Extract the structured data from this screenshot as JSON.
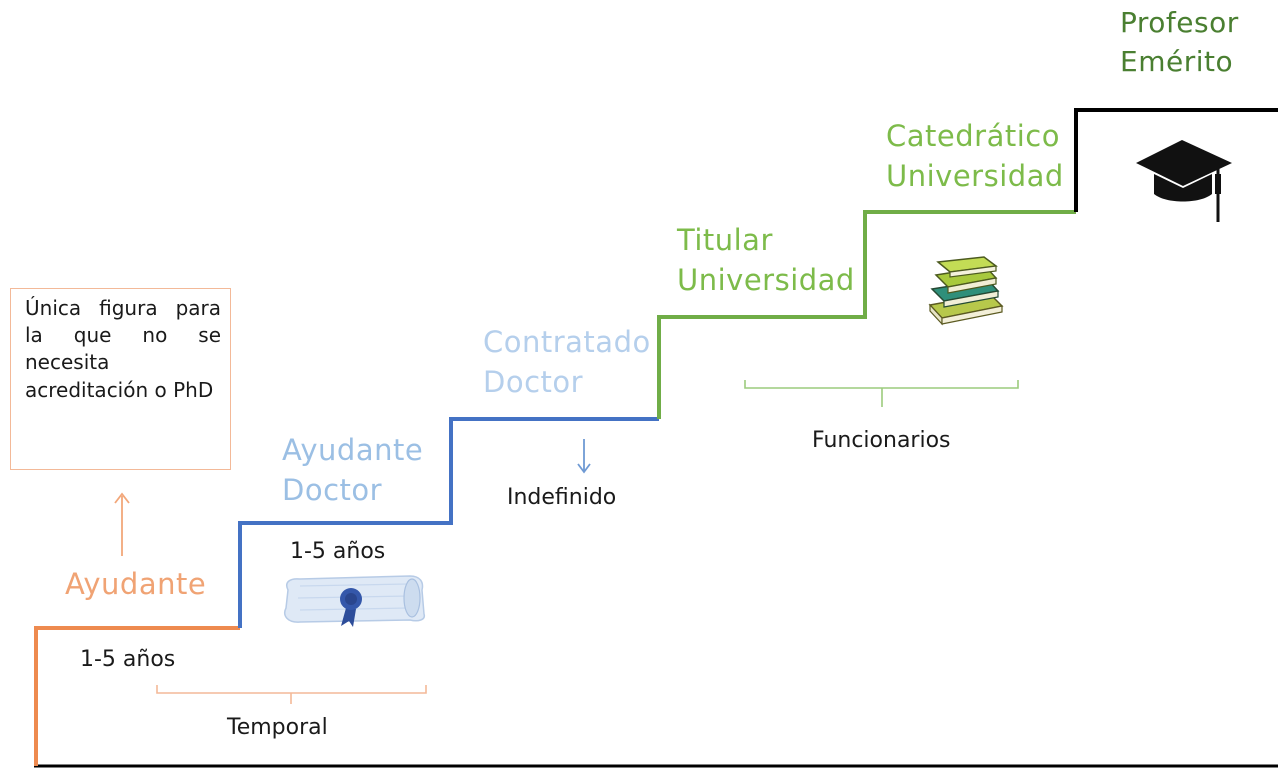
{
  "steps": {
    "ayudante": "Ayudante",
    "ayudante_doctor": [
      "Ayudante",
      "Doctor"
    ],
    "contratado_doctor": [
      "Contratado",
      "Doctor"
    ],
    "titular": [
      "Titular",
      "Universidad"
    ],
    "catedratico": [
      "Catedrático",
      "Universidad"
    ],
    "emerito": [
      "Profesor",
      "Emérito"
    ]
  },
  "durations": {
    "ayudante": "1-5 años",
    "ayudante_doctor": "1-5 años",
    "contratado_doctor": "Indefinido"
  },
  "groups": {
    "temporal": "Temporal",
    "funcionarios": "Funcionarios"
  },
  "note": "Única figura para la que no se necesita acreditación o PhD",
  "icons": {
    "diploma": "diploma-scroll-icon",
    "books": "books-stack-icon",
    "cap": "graduation-cap-icon"
  },
  "colors": {
    "ayudante": "#ee8a4f",
    "ayudante_doctor": "#4472c4",
    "titular": "#70ad47",
    "catedratico": "#70ad47",
    "emerito": "#000000"
  }
}
